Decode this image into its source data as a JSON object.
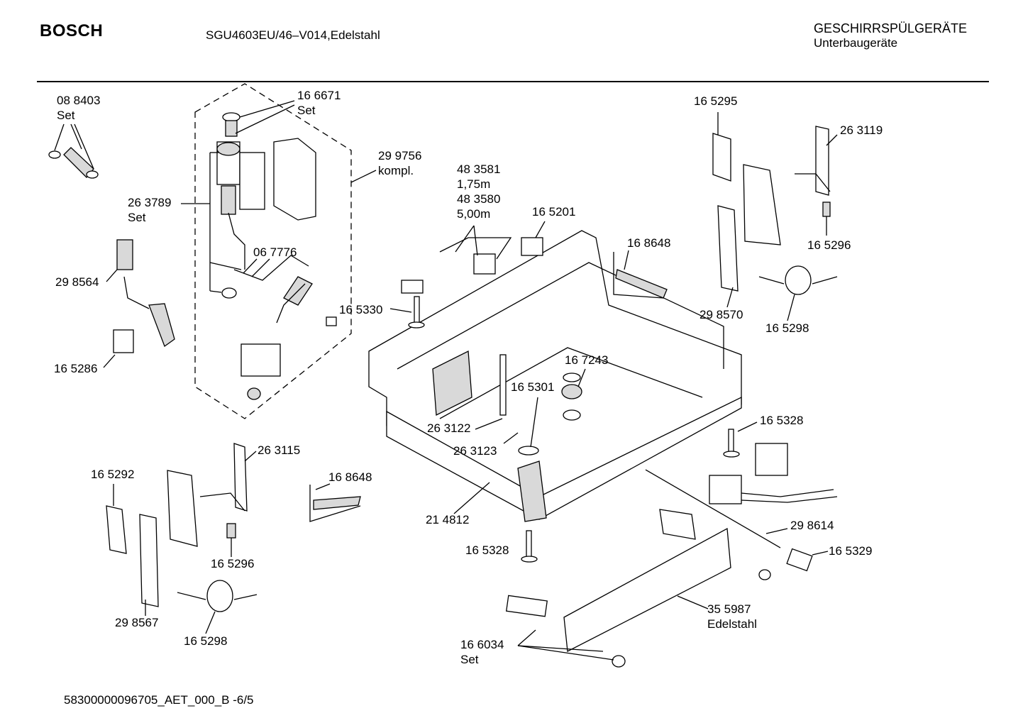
{
  "header": {
    "brand": "BOSCH",
    "model": "SGU4603EU/46–V014,Edelstahl",
    "category": "GESCHIRRSPÜLGERÄTE",
    "subcategory": "Unterbaugeräte"
  },
  "footer": {
    "document_id": "58300000096705_AET_000_B   -6/5"
  },
  "labels": [
    {
      "id": "p088403",
      "lines": [
        "08 8403",
        "Set"
      ]
    },
    {
      "id": "p166671",
      "lines": [
        "16 6671",
        "Set"
      ]
    },
    {
      "id": "p299756",
      "lines": [
        "29 9756",
        "kompl."
      ]
    },
    {
      "id": "p263789",
      "lines": [
        "26 3789",
        "Set"
      ]
    },
    {
      "id": "p067776",
      "lines": [
        "06 7776"
      ]
    },
    {
      "id": "p298564",
      "lines": [
        "29 8564"
      ]
    },
    {
      "id": "p165286",
      "lines": [
        "16 5286"
      ]
    },
    {
      "id": "p483581",
      "lines": [
        "48 3581",
        "1,75m",
        "48 3580",
        "5,00m"
      ]
    },
    {
      "id": "p165201",
      "lines": [
        "16 5201"
      ]
    },
    {
      "id": "p168648a",
      "lines": [
        "16 8648"
      ]
    },
    {
      "id": "p165330",
      "lines": [
        "16 5330"
      ]
    },
    {
      "id": "p165295",
      "lines": [
        "16 5295"
      ]
    },
    {
      "id": "p263119",
      "lines": [
        "26 3119"
      ]
    },
    {
      "id": "p165296a",
      "lines": [
        "16 5296"
      ]
    },
    {
      "id": "p298570",
      "lines": [
        "29 8570"
      ]
    },
    {
      "id": "p165298a",
      "lines": [
        "16 5298"
      ]
    },
    {
      "id": "p167243",
      "lines": [
        "16 7243"
      ]
    },
    {
      "id": "p165301",
      "lines": [
        "16 5301"
      ]
    },
    {
      "id": "p263122",
      "lines": [
        "26 3122"
      ]
    },
    {
      "id": "p263123",
      "lines": [
        "26 3123"
      ]
    },
    {
      "id": "p165328a",
      "lines": [
        "16 5328"
      ]
    },
    {
      "id": "p165292",
      "lines": [
        "16 5292"
      ]
    },
    {
      "id": "p263115",
      "lines": [
        "26 3115"
      ]
    },
    {
      "id": "p168648b",
      "lines": [
        "16 8648"
      ]
    },
    {
      "id": "p165296b",
      "lines": [
        "16 5296"
      ]
    },
    {
      "id": "p214812",
      "lines": [
        "21 4812"
      ]
    },
    {
      "id": "p298614",
      "lines": [
        "29 8614"
      ]
    },
    {
      "id": "p165328b",
      "lines": [
        "16 5328"
      ]
    },
    {
      "id": "p165329",
      "lines": [
        "16 5329"
      ]
    },
    {
      "id": "p298567",
      "lines": [
        "29 8567"
      ]
    },
    {
      "id": "p165298b",
      "lines": [
        "16 5298"
      ]
    },
    {
      "id": "p355987",
      "lines": [
        "35 5987",
        "Edelstahl"
      ]
    },
    {
      "id": "p166034",
      "lines": [
        "16 6034",
        "Set"
      ]
    }
  ]
}
